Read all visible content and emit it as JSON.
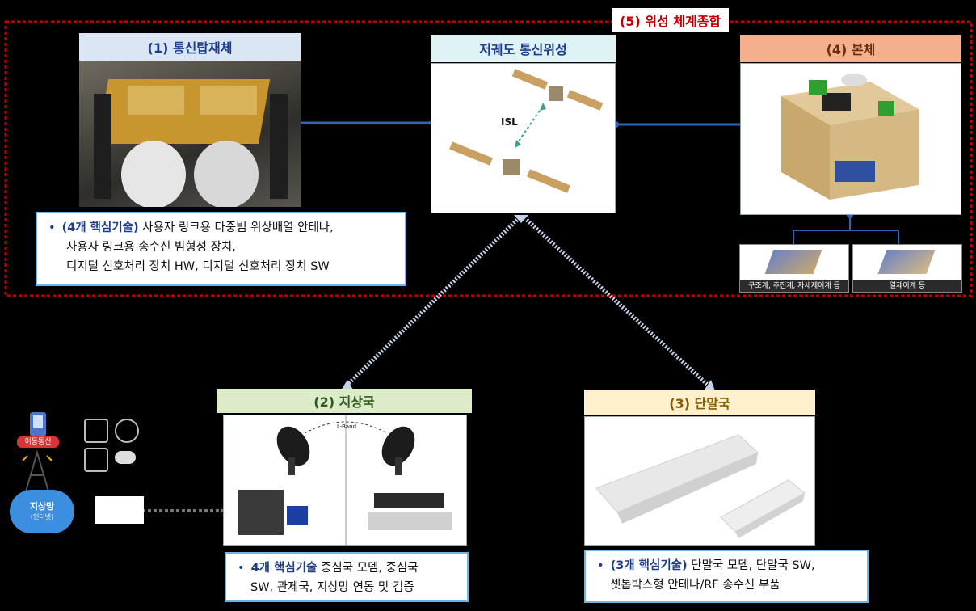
{
  "system_integration": {
    "label": "(5) 위성 체계종합"
  },
  "payload": {
    "title": "(1) 통신탑재체",
    "desc_highlight": "(4개 핵심기술)",
    "desc_line1_rest": " 사용자 링크용 다중빔 위상배열 안테나,",
    "desc_line2": "사용자 링크용 송수신 빔형성 장치,",
    "desc_line3": "디지털 신호처리 장치 HW, 디지털 신호처리 장치 SW"
  },
  "leo_satellite": {
    "title": "저궤도 통신위성",
    "isl_label": "ISL"
  },
  "bus": {
    "title": "(4) 본체",
    "sub1_label": "구조계, 추진계, 자세제어계 등",
    "sub2_label": "열제어계 등"
  },
  "ground_station": {
    "title": "(2) 지상국",
    "band_label": "L-Band",
    "desc_highlight": "4개 핵심기술",
    "desc_line1_rest": " 중심국 모뎀, 중심국",
    "desc_line2": "SW,  관제국, 지상망 연동 및 검증"
  },
  "terminal": {
    "title": "(3) 단말국",
    "desc_highlight": "(3개 핵심기술)",
    "desc_line1_rest": " 단말국 모뎀, 단말국 SW,",
    "desc_line2": "셋톱박스형 안테나/RF 송수신 부품"
  },
  "terrestrial": {
    "mobile_label": "이동통신",
    "network_label": "지상망",
    "network_sub": "(인터넷)"
  },
  "colors": {
    "red_dash": "#c00000",
    "blue_line": "#2f64b8",
    "payload_head": "#dbe6f5",
    "leo_head": "#dff2f4",
    "bus_head": "#f4b08c",
    "ground_head": "#dcebc8",
    "terminal_head": "#fdf0cc"
  }
}
